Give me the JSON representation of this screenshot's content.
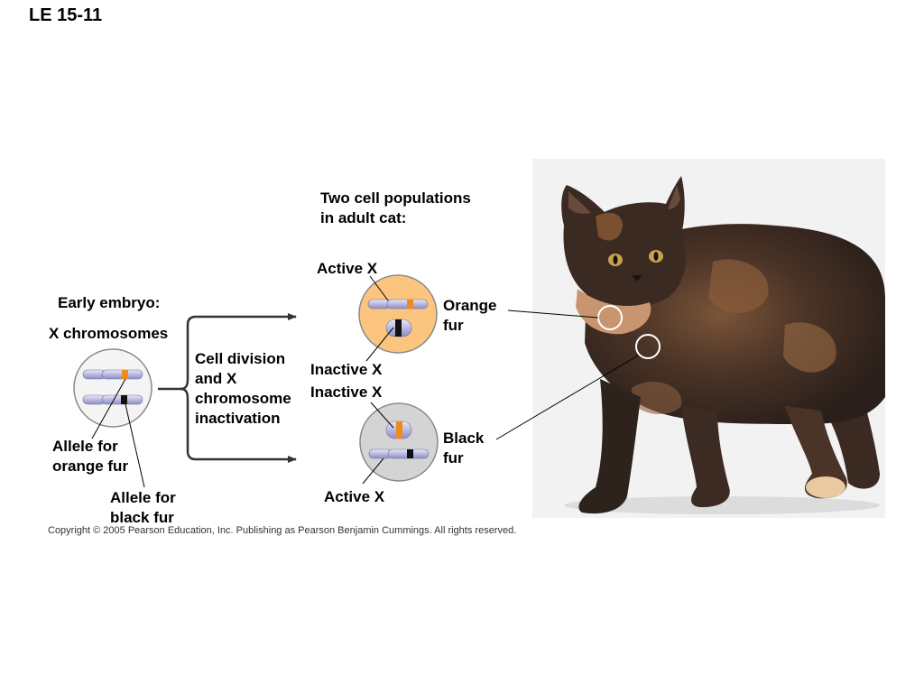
{
  "slide": {
    "title": "LE 15-11",
    "copyright": "Copyright ©  2005 Pearson Education, Inc. Publishing as Pearson Benjamin Cummings. All rights reserved."
  },
  "embryo": {
    "heading_line1": "Early embryo:",
    "heading_line2": "X chromosomes",
    "allele_orange_line1": "Allele for",
    "allele_orange_line2": "orange fur",
    "allele_black_line1": "Allele for",
    "allele_black_line2": "black fur"
  },
  "process": {
    "line1": "Cell division",
    "line2": "and X",
    "line3": "chromosome",
    "line4": "inactivation"
  },
  "adult": {
    "heading_line1": "Two cell populations",
    "heading_line2": "in adult cat:",
    "orange_cell": {
      "active_label": "Active X",
      "inactive_label": "Inactive X",
      "result_line1": "Orange",
      "result_line2": "fur"
    },
    "black_cell": {
      "inactive_label": "Inactive X",
      "active_label": "Active X",
      "result_line1": "Black",
      "result_line2": "fur"
    }
  },
  "colors": {
    "orange_cell_fill": "#fbc57f",
    "black_cell_fill": "#d4d4d4",
    "embryo_cell_fill": "#f4f4f4",
    "chromosome": "#c2c2e6",
    "orange_band": "#ef8a1c",
    "black_band": "#111111",
    "photo_background": "#f2f2f2"
  }
}
